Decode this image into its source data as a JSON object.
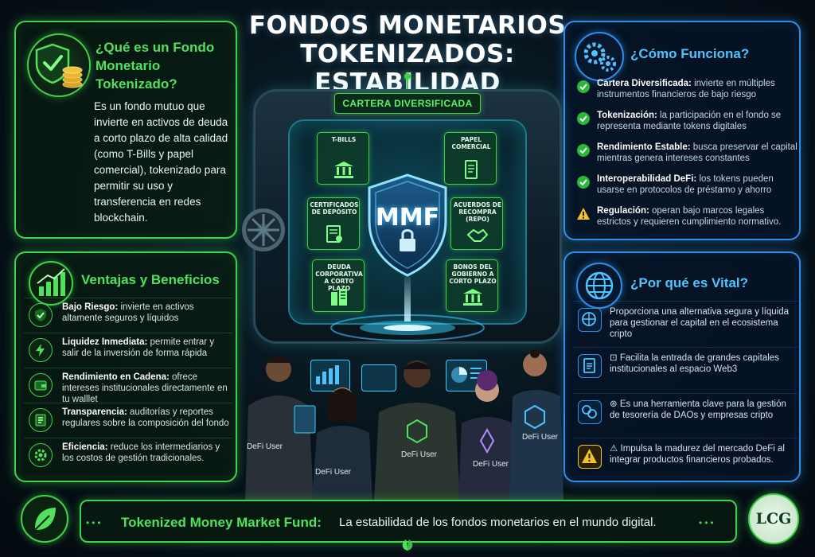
{
  "title": {
    "line1": "FONDOS MONETARIOS",
    "line2": "TOKENIZADOS: ESTABILIDAD"
  },
  "what": {
    "title": "¿Qué es un Fondo Monetario Tokenizado?",
    "body": "Es un fondo mutuo que invierte en activos de deuda a corto plazo de alta calidad (como T-Bills y papel comercial), tokenizado para permitir su uso y transferencia en redes blockchain.",
    "icon": "shield-check-coins-icon"
  },
  "advantages": {
    "title": "Ventajas y Beneficios",
    "icon": "growth-chart-icon",
    "items": [
      {
        "strong": "Bajo Riesgo:",
        "text": " invierte en activos altamente seguros y líquidos",
        "icon": "shield-check-icon"
      },
      {
        "strong": "Liquidez Inmediata:",
        "text": " permite entrar y salir de la inversión de forma rápida",
        "icon": "lightning-icon"
      },
      {
        "strong": "Rendimiento en Cadena:",
        "text": " ofrece intereses institucionales directamente en tu walllet",
        "icon": "wallet-icon"
      },
      {
        "strong": "Transparencia:",
        "text": " auditorías y reportes regulares sobre la composición del fondo",
        "icon": "checklist-icon"
      },
      {
        "strong": "Eficiencia:",
        "text": " reduce los intermediarios y los costos de gestión tradicionales.",
        "icon": "gear-icon"
      }
    ]
  },
  "how": {
    "title": "¿Cómo Funciona?",
    "icon": "gears-icon",
    "items": [
      {
        "strong": "Cartera Diversificada:",
        "text": " invierte en múltiples instrumentos financieros de bajo riesgo",
        "icon": "check-circle-icon"
      },
      {
        "strong": "Tokenización:",
        "text": " la participación en el fondo se representa mediante tokens digitales",
        "icon": "check-circle-icon"
      },
      {
        "strong": "Rendimiento Estable:",
        "text": " busca preservar el capital mientras genera intereses constantes",
        "icon": "check-circle-icon"
      },
      {
        "strong": "Interoperabilidad DeFi:",
        "text": " los tokens pueden usarse en protocolos de préstamo y ahorro",
        "icon": "check-circle-icon"
      },
      {
        "strong": "Regulación:",
        "text": " operan bajo marcos legales estrictos y requieren cumplimiento normativo.",
        "icon": "warning-icon"
      }
    ]
  },
  "why": {
    "title": "¿Por qué es Vital?",
    "icon": "globe-icon",
    "items": [
      {
        "text": "Proporciona una alternativa segura y líquida para gestionar el capital en el ecosistema cripto",
        "icon": "globe-lock-icon"
      },
      {
        "text": "⊡ Facilita la entrada de grandes capitales institucionales al espacio Web3",
        "icon": "clipboard-icon"
      },
      {
        "text": "⊛ Es una herramienta clave para la gestión de tesorería de DAOs y empresas cripto",
        "icon": "coins-exchange-icon"
      },
      {
        "text": "⚠ Impulsa la madurez del mercado DeFi al integrar productos financieros probados.",
        "icon": "warning-icon"
      }
    ]
  },
  "vault": {
    "label": "CARTERA DIVERSIFICADA",
    "shield_text": "MMF",
    "tiles": [
      {
        "label": "T-BILLS",
        "icon": "bank-icon"
      },
      {
        "label": "PAPEL COMERCIAL",
        "icon": "document-icon"
      },
      {
        "label": "CERTIFICADOS DE DEPÓSITO",
        "icon": "certificate-icon"
      },
      {
        "label": "ACUERDOS DE RECOMPRA (REPO)",
        "icon": "handshake-icon"
      },
      {
        "label": "DEUDA CORPORATIVA A CORTO PLAZO",
        "icon": "buildings-icon"
      },
      {
        "label": "BONOS DEL GOBIERNO A CORTO PLAZO",
        "icon": "government-icon"
      }
    ]
  },
  "people": {
    "label": "DeFi User"
  },
  "footer": {
    "strong": "Tokenized Money Market Fund:",
    "text": "La estabilidad de los fondos monetarios en el mundo digital.",
    "logo": "LCG"
  },
  "colors": {
    "green_accent": "#3fd24a",
    "blue_accent": "#2f8fe8",
    "background": "#07141d"
  }
}
